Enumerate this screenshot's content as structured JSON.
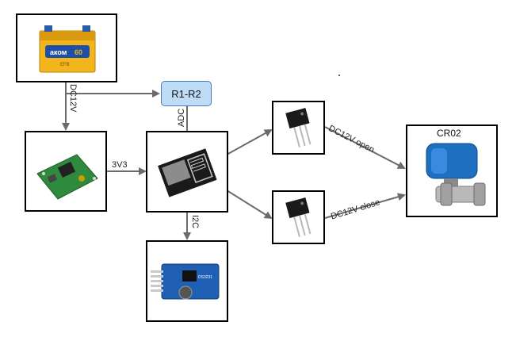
{
  "diagram": {
    "resistor_label": "R1-R2",
    "battery_brand": "аком",
    "battery_capacity": "60",
    "battery_subtext": "EFB",
    "rtc_chip_text": "DS3231",
    "valve_title": "CR02",
    "edges": {
      "battery_to_converter": "DC12V",
      "converter_to_mcu": "3V3",
      "resistor_to_mcu": "ADC",
      "mcu_to_rtc": "I2C",
      "transistor_top_to_valve": "DC12V open",
      "transistor_bottom_to_valve": "DC12V close"
    },
    "colors": {
      "line": "#6b6b6b",
      "resistor_fill": "#bfdcf7",
      "resistor_border": "#4a7bb8",
      "pcb_green": "#2e8b3e",
      "rtc_blue": "#1f5fb4",
      "valve_blue": "#1e6fc0",
      "battery_yellow": "#f2b51c"
    }
  }
}
